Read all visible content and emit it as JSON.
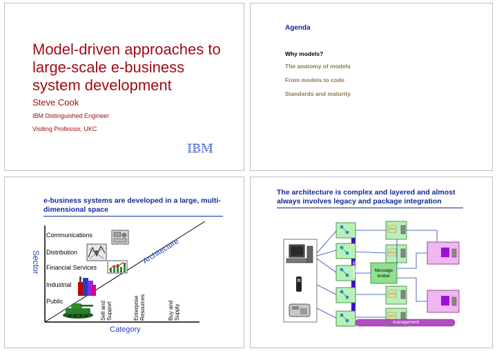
{
  "slide1": {
    "title": "Model-driven approaches to large-scale e-business system development",
    "author": "Steve Cook",
    "roles": [
      "IBM Distinguished Engineer",
      "Visiting Professor, UKC"
    ],
    "logo_text": "IBM"
  },
  "slide2": {
    "title": "Agenda",
    "items": [
      {
        "label": "Why models?",
        "color": "#000000"
      },
      {
        "label": "The anatomy of models",
        "color": "#8a7b4e"
      },
      {
        "label": "From models to code",
        "color": "#8a7b4e"
      },
      {
        "label": "Standards and maturity",
        "color": "#8a7b4e"
      }
    ]
  },
  "slide3": {
    "heading": "e-business systems are developed in a large, multi-dimensional space",
    "y_axis_label": "Sector",
    "x_axis_label": "Category",
    "diagonal_label": "Architecture",
    "sectors": [
      "Communications",
      "Distribution",
      "Financial Services",
      "Industrial",
      "Public"
    ],
    "categories": [
      "Sell and Support",
      "Enterprise Resources",
      "Buy and Supply"
    ]
  },
  "slide4": {
    "heading": "The architecture is complex and layered and almost always involves legacy and package integration",
    "workflow_label": "workflow",
    "broker_label": "Message broker",
    "management_label": "management"
  }
}
